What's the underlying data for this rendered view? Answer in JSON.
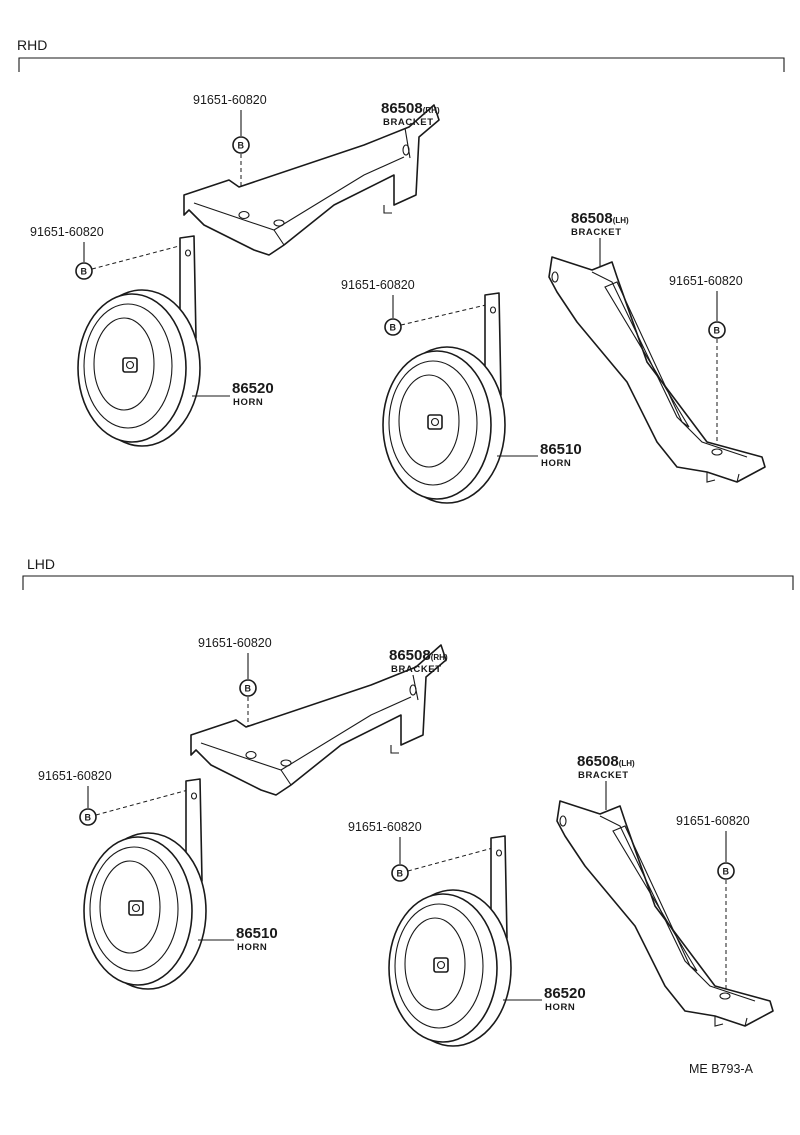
{
  "sections": [
    {
      "label": "RHD",
      "bolts": [
        "91651-60820",
        "91651-60820",
        "91651-60820",
        "91651-60820"
      ],
      "brackets": [
        {
          "part": "86508",
          "side": "(RH)",
          "name": "BRACKET"
        },
        {
          "part": "86508",
          "side": "(LH)",
          "name": "BRACKET"
        }
      ],
      "horns": [
        {
          "part": "86520",
          "name": "HORN"
        },
        {
          "part": "86510",
          "name": "HORN"
        }
      ]
    },
    {
      "label": "LHD",
      "bolts": [
        "91651-60820",
        "91651-60820",
        "91651-60820",
        "91651-60820"
      ],
      "brackets": [
        {
          "part": "86508",
          "side": "(RH)",
          "name": "BRACKET"
        },
        {
          "part": "86508",
          "side": "(LH)",
          "name": "BRACKET"
        }
      ],
      "horns": [
        {
          "part": "86510",
          "name": "HORN"
        },
        {
          "part": "86520",
          "name": "HORN"
        }
      ]
    }
  ],
  "bolt_symbol": "B",
  "drawing_code": "ME B793-A"
}
